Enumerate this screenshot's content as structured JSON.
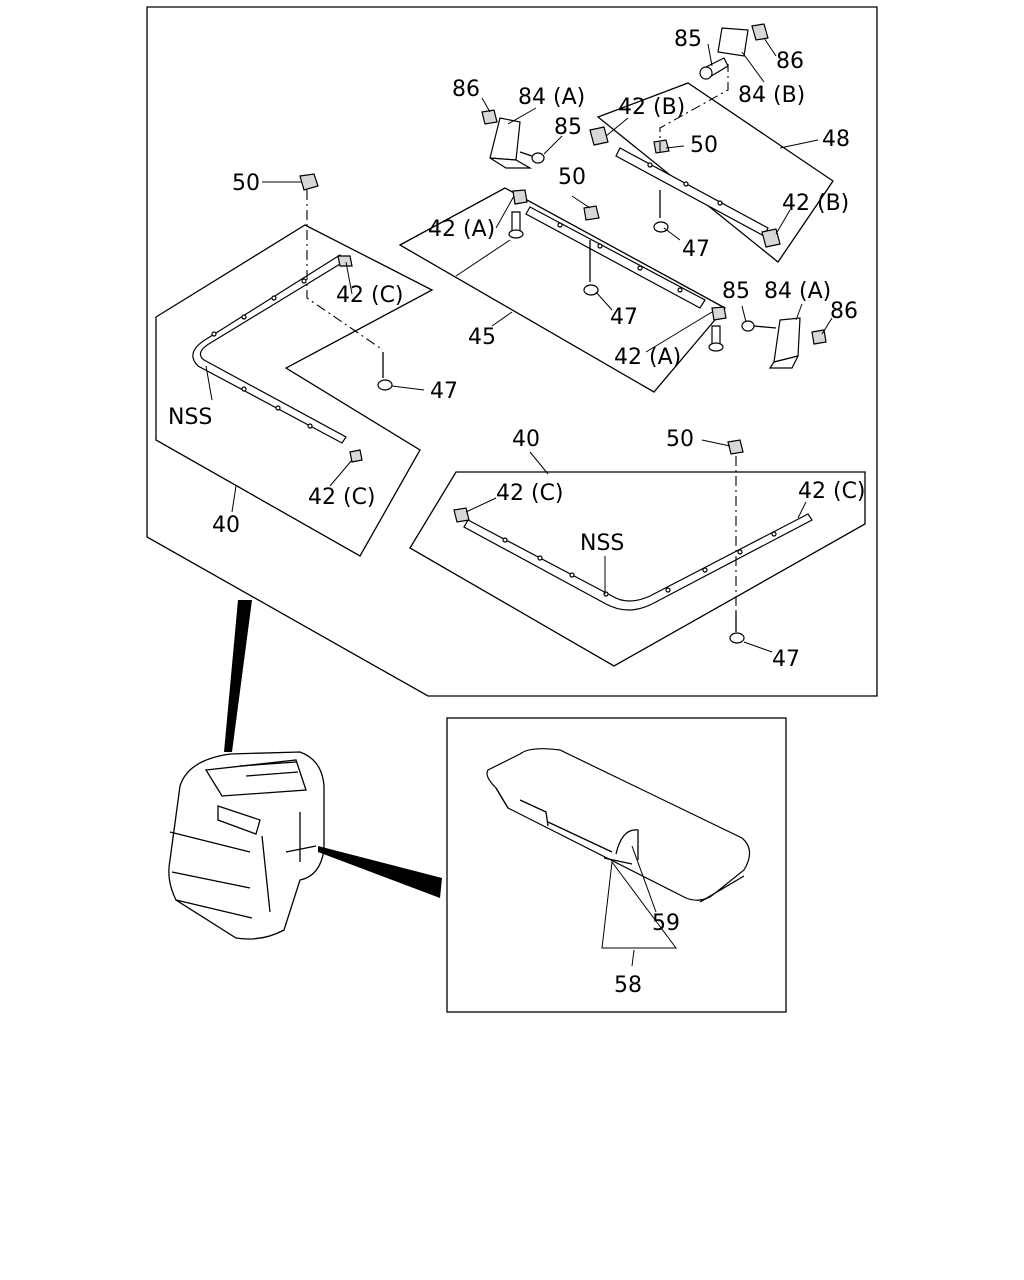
{
  "callouts": {
    "c85_top": "85",
    "c86_top": "86",
    "c84b": "84 (B)",
    "c86_left": "86",
    "c84a_left": "84 (A)",
    "c85_left": "85",
    "c42b_top": "42 (B)",
    "c50_center": "50",
    "c48": "48",
    "c50_left": "50",
    "c50_mid": "50",
    "c42b_right": "42 (B)",
    "c42a_left": "42 (A)",
    "c47_top": "47",
    "c42c_left": "42 (C)",
    "c85_right": "85",
    "c84a_right": "84 (A)",
    "c86_right": "86",
    "c47_mid": "47",
    "c45": "45",
    "c42a_right": "42 (A)",
    "c47_left": "47",
    "nss_left": "NSS",
    "c40_right_top": "40",
    "c50_bottom": "50",
    "c42c_bottom_left": "42 (C)",
    "c42c_bottom_mid": "42 (C)",
    "c42c_bottom_right": "42 (C)",
    "nss_right": "NSS",
    "c40_left": "40",
    "c47_bottom": "47",
    "c59": "59",
    "c58": "58"
  }
}
